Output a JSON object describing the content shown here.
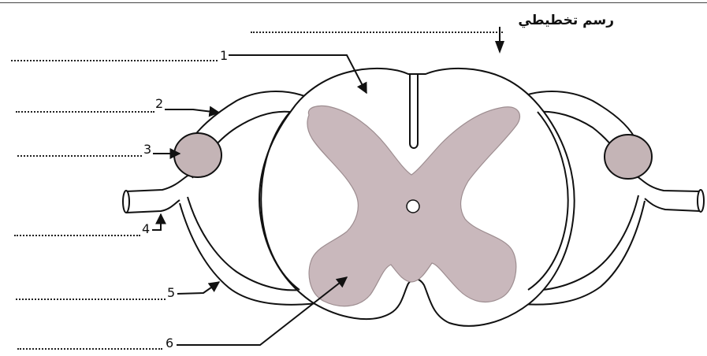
{
  "title": "رسم تخطيطي",
  "labels": [
    {
      "id": "1",
      "text": "1"
    },
    {
      "id": "2",
      "text": "2"
    },
    {
      "id": "3",
      "text": "3"
    },
    {
      "id": "4",
      "text": "4"
    },
    {
      "id": "5",
      "text": "5"
    },
    {
      "id": "6",
      "text": "6"
    }
  ],
  "colors": {
    "gray_matter": "#c9b8bc",
    "ganglion": "#c4b4b6",
    "outline": "#111111"
  }
}
